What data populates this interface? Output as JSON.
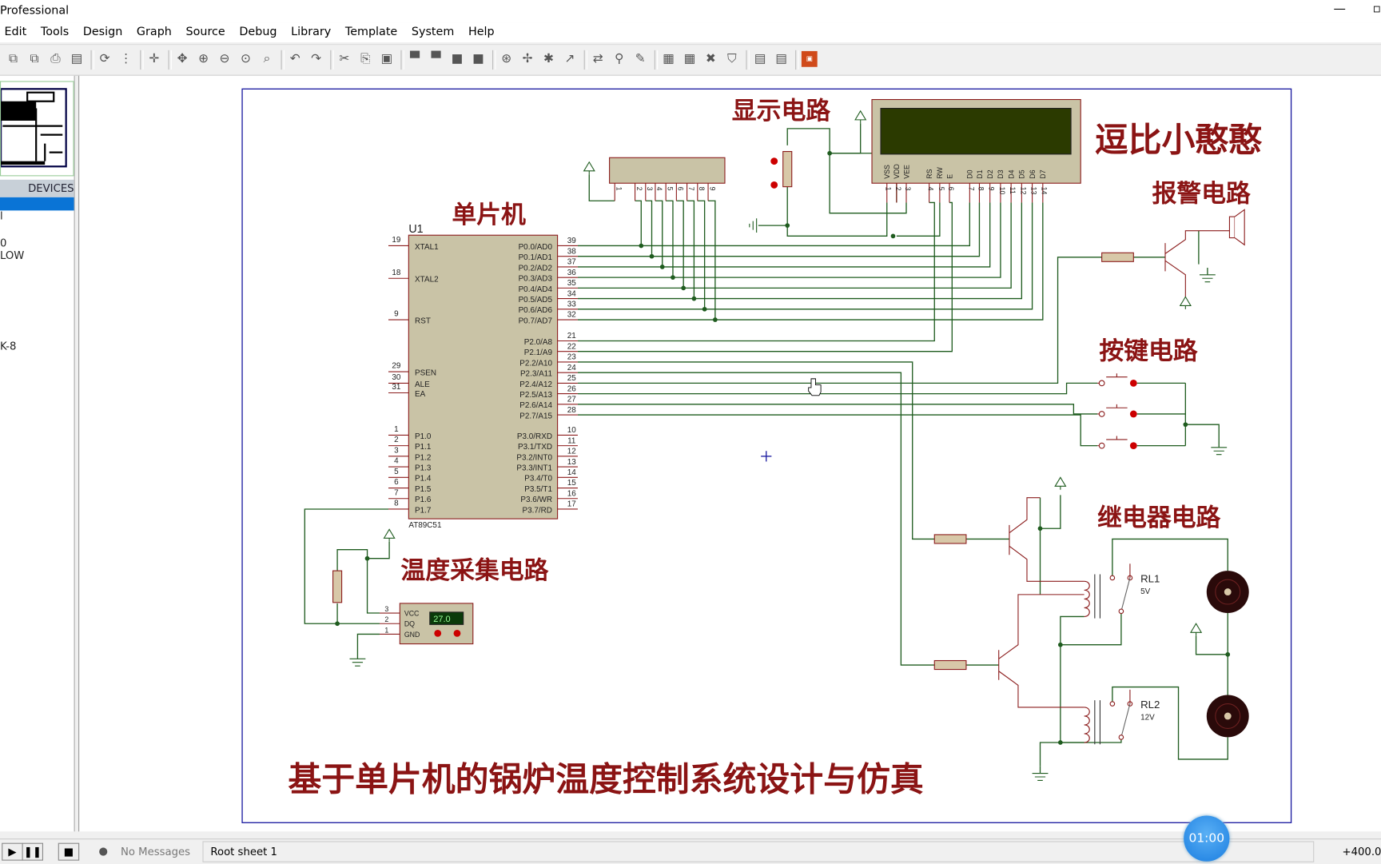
{
  "window": {
    "title": "Professional",
    "minimize_icon": "minimize-icon",
    "maximize_icon": "maximize-icon"
  },
  "menu": [
    "Edit",
    "Tools",
    "Design",
    "Graph",
    "Source",
    "Debug",
    "Library",
    "Template",
    "System",
    "Help"
  ],
  "toolbar_icons": [
    "import-section-icon",
    "export-section-icon",
    "print-icon",
    "print-area-icon",
    "redraw-icon",
    "grid-icon",
    "origin-icon",
    "pan-icon",
    "zoom-in-icon",
    "zoom-out-icon",
    "zoom-all-icon",
    "zoom-area-icon",
    "undo-icon",
    "redo-icon",
    "cut-icon",
    "copy-icon",
    "paste-icon",
    "block-copy-icon",
    "block-move-icon",
    "block-rotate-icon",
    "block-delete-icon",
    "pick-device-icon",
    "make-device-icon",
    "package-tool-icon",
    "decompose-icon",
    "wire-autorouter-icon",
    "search-tag-icon",
    "property-assign-icon",
    "new-sheet-icon",
    "add-sheet-icon",
    "remove-sheet-icon",
    "zoom-to-child-icon",
    "bom-icon",
    "netlist-icon",
    "ares-icon"
  ],
  "left_panel": {
    "header": "DEVICES",
    "items": [
      "l",
      "0",
      "LOW",
      "K-8"
    ]
  },
  "schematic": {
    "labels": {
      "display": "显示电路",
      "mcu": "单片机",
      "author": "逗比小憨憨",
      "alarm": "报警电路",
      "keys": "按键电路",
      "relay": "继电器电路",
      "temp": "温度采集电路",
      "title": "基于单片机的锅炉温度控制系统设计与仿真"
    },
    "mcu": {
      "ref": "U1",
      "part": "AT89C51",
      "left_pins": [
        [
          "19",
          "XTAL1"
        ],
        [
          "18",
          "XTAL2"
        ],
        [
          "9",
          "RST"
        ],
        [
          "29",
          "PSEN"
        ],
        [
          "30",
          "ALE"
        ],
        [
          "31",
          "EA"
        ],
        [
          "1",
          "P1.0"
        ],
        [
          "2",
          "P1.1"
        ],
        [
          "3",
          "P1.2"
        ],
        [
          "4",
          "P1.3"
        ],
        [
          "5",
          "P1.4"
        ],
        [
          "6",
          "P1.5"
        ],
        [
          "7",
          "P1.6"
        ],
        [
          "8",
          "P1.7"
        ]
      ],
      "right_pins": [
        [
          "39",
          "P0.0/AD0"
        ],
        [
          "38",
          "P0.1/AD1"
        ],
        [
          "37",
          "P0.2/AD2"
        ],
        [
          "36",
          "P0.3/AD3"
        ],
        [
          "35",
          "P0.4/AD4"
        ],
        [
          "34",
          "P0.5/AD5"
        ],
        [
          "33",
          "P0.6/AD6"
        ],
        [
          "32",
          "P0.7/AD7"
        ],
        [
          "21",
          "P2.0/A8"
        ],
        [
          "22",
          "P2.1/A9"
        ],
        [
          "23",
          "P2.2/A10"
        ],
        [
          "24",
          "P2.3/A11"
        ],
        [
          "25",
          "P2.4/A12"
        ],
        [
          "26",
          "P2.5/A13"
        ],
        [
          "27",
          "P2.6/A14"
        ],
        [
          "28",
          "P2.7/A15"
        ],
        [
          "10",
          "P3.0/RXD"
        ],
        [
          "11",
          "P3.1/TXD"
        ],
        [
          "12",
          "P3.2/INT0"
        ],
        [
          "13",
          "P3.3/INT1"
        ],
        [
          "14",
          "P3.4/T0"
        ],
        [
          "15",
          "P3.5/T1"
        ],
        [
          "16",
          "P3.6/WR"
        ],
        [
          "17",
          "P3.7/RD"
        ]
      ]
    },
    "lcd": {
      "pin_names": [
        "VSS",
        "VDD",
        "VEE",
        "RS",
        "RW",
        "E",
        "D0",
        "D1",
        "D2",
        "D3",
        "D4",
        "D5",
        "D6",
        "D7"
      ],
      "pin_numbers": [
        "1",
        "2",
        "3",
        "4",
        "5",
        "6",
        "7",
        "8",
        "9",
        "10",
        "11",
        "12",
        "13",
        "14"
      ]
    },
    "respack_pins": [
      "1",
      "2",
      "3",
      "4",
      "5",
      "6",
      "7",
      "8",
      "9"
    ],
    "sensor": {
      "pins": [
        [
          "3",
          "VCC"
        ],
        [
          "2",
          "DQ"
        ],
        [
          "1",
          "GND"
        ]
      ],
      "reading": "27.0"
    },
    "relays": [
      {
        "ref": "RL1",
        "voltage": "5V"
      },
      {
        "ref": "RL2",
        "voltage": "12V"
      }
    ],
    "colors": {
      "wire": "#1f5c1f",
      "component": "#8b1c1c",
      "chip_fill": "#c9c3a6",
      "label": "#8b1414",
      "lcd_screen": "#2b3a00"
    }
  },
  "status": {
    "messages": "No Messages",
    "sheet": "Root sheet 1",
    "coord": "+400.0",
    "timer": "01:00",
    "play_icon": "play-icon",
    "pause_icon": "pause-icon",
    "stop_icon": "stop-icon",
    "info_icon": "info-icon"
  }
}
